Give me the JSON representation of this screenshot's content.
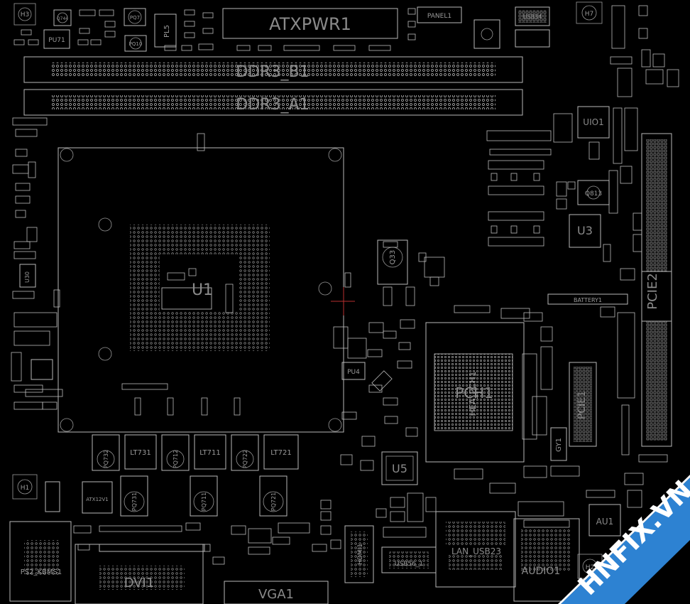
{
  "board": {
    "labels": {
      "atxpwr": "ATXPWR1",
      "ddr_b1": "DDR3_B1",
      "ddr_a1": "DDR3_A1",
      "u1": "U1",
      "uio1": "UIO1",
      "q813": "Q813",
      "u3": "U3",
      "pcie2": "PCIE2",
      "battery": "BATTERY1",
      "pch": "PCH1",
      "hs_pch": "HEA_PCH1",
      "pcie1": "PCIE1",
      "gy1": "GY1",
      "u5": "U5",
      "pu4": "PU4",
      "q33": "Q33",
      "u30": "U30",
      "lt731": "LT731",
      "lt711": "LT711",
      "lt721": "LT721",
      "pq732": "PQ732",
      "pq712": "PQ712",
      "pq722": "PQ722",
      "pq731": "PQ731",
      "pq711": "PQ711",
      "pq721": "PQ721",
      "atx12v": "ATX12V1",
      "h1": "H1",
      "h2": "H2",
      "h3": "H3",
      "h7": "H7",
      "ps2": "PS2_KBMS1",
      "dvi": "DVI1",
      "vga": "VGA1",
      "hdmi": "HDMI1",
      "usb": "USB56_1",
      "lan": "LAN_USB23",
      "audio": "AUDIO1",
      "au1": "AU1",
      "panel": "PANEL1",
      "usb34": "USB34",
      "pu7": "PU71",
      "pq7": "PQ7",
      "pq10": "PQ10",
      "pl5": "PL5",
      "q744": "Q744"
    },
    "watermark": "HNFIX.VN",
    "colors": {
      "background": "#000000",
      "silkscreen": "#b8b8b8",
      "text": "#8a8a8a",
      "watermark_band": "#2d82d2",
      "watermark_x": "#e0201e"
    }
  }
}
